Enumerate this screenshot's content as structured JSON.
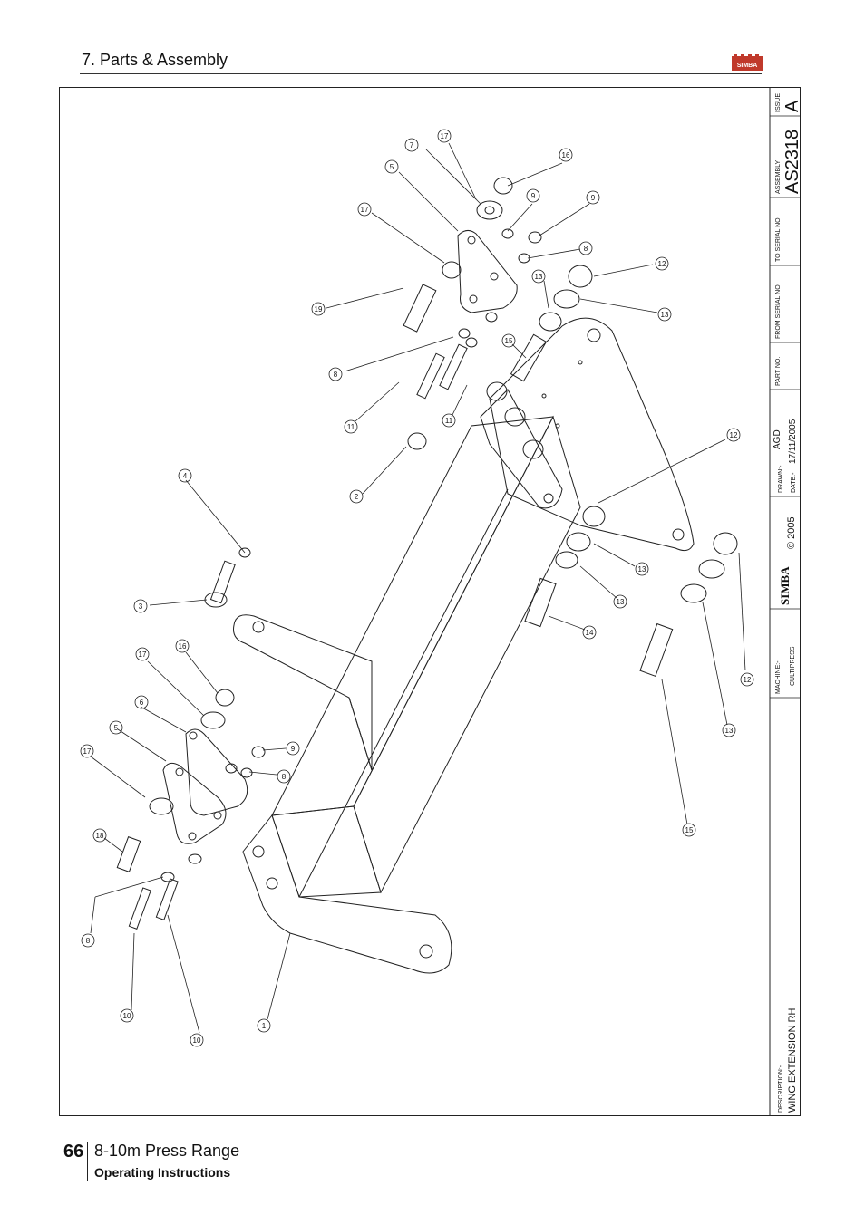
{
  "header": {
    "section_title": "7. Parts & Assembly",
    "logo_text": "SIMBA"
  },
  "footer": {
    "page_number": "66",
    "range": "8-10m Press Range",
    "subtitle": "Operating Instructions"
  },
  "title_block": {
    "description_label": "DESCRIPTION:-",
    "description_value": "WING EXTENSION RH",
    "machine_label": "MACHINE:-",
    "machine_value": "CULTIPRESS",
    "brand": "SIMBA",
    "copyright": "© 2005",
    "drawn_label": "DRAWN:-",
    "drawn_value": "AGD",
    "date_label": "DATE:-",
    "date_value": "17/11/2005",
    "part_no_label": "PART NO.",
    "from_serial_label": "FROM SERIAL NO.",
    "to_serial_label": "TO SERIAL NO.",
    "assembly_label": "ASSEMBLY",
    "assembly_value": "AS2318",
    "issue_label": "ISSUE",
    "issue_value": "A"
  },
  "callouts": [
    "1",
    "2",
    "3",
    "4",
    "5",
    "5",
    "6",
    "7",
    "8",
    "8",
    "8",
    "8",
    "9",
    "9",
    "9",
    "10",
    "10",
    "11",
    "11",
    "12",
    "12",
    "12",
    "13",
    "13",
    "13",
    "13",
    "13",
    "14",
    "15",
    "15",
    "16",
    "16",
    "17",
    "17",
    "17",
    "17",
    "18",
    "19"
  ],
  "colors": {
    "line": "#222222",
    "accent": "#c0392b"
  }
}
